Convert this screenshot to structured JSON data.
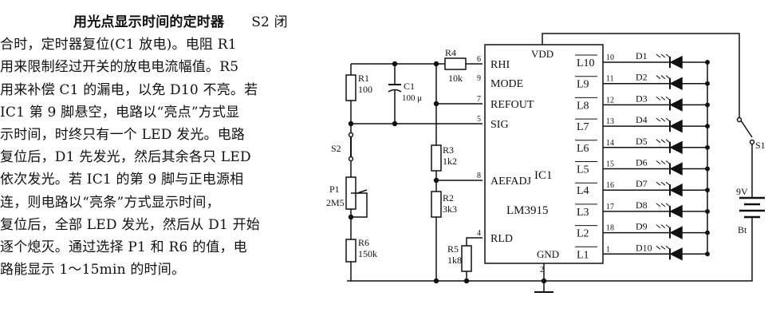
{
  "article": {
    "title": "用光点显示时间的定时器",
    "lines": [
      "S2 闭",
      "合时，定时器复位(C1 放电)。电阻 R1",
      "用来限制经过开关的放电电流幅值。R5",
      "用来补偿 C1 的漏电，以免 D10 不亮。若",
      "IC1 第 9 脚悬空，电路以“亮点”方式显",
      "示时间，时终只有一个 LED 发光。电路",
      "复位后，D1 先发光，然后其余各只 LED",
      "依次发光。若 IC1 的第 9 脚与正电源相",
      "连，则电路以“亮条”方式显示时间，",
      "复位后，全部 LED 发光，然后从 D1 开始",
      "逐个熄灭。通过选择 P1 和 R6 的值，电",
      "路能显示 1～15min 的时间。"
    ]
  },
  "schematic": {
    "ic": {
      "ref": "IC1",
      "part": "LM3915"
    },
    "pins_left": [
      {
        "name": "RHI",
        "num": "6"
      },
      {
        "name": "MODE",
        "num": "9"
      },
      {
        "name": "REFOUT",
        "num": "7"
      },
      {
        "name": "SIG",
        "num": "5"
      },
      {
        "name": "AEFADJ",
        "num": "8"
      },
      {
        "name": "RLD",
        "num": "4"
      }
    ],
    "pins_right": [
      {
        "name": "L10",
        "num": "10",
        "led": "D1"
      },
      {
        "name": "L9",
        "num": "11",
        "led": "D2"
      },
      {
        "name": "L8",
        "num": "12",
        "led": "D3"
      },
      {
        "name": "L7",
        "num": "13",
        "led": "D4"
      },
      {
        "name": "L6",
        "num": "14",
        "led": "D5"
      },
      {
        "name": "L5",
        "num": "15",
        "led": "D6"
      },
      {
        "name": "L4",
        "num": "16",
        "led": "D7"
      },
      {
        "name": "L3",
        "num": "17",
        "led": "D8"
      },
      {
        "name": "L2",
        "num": "18",
        "led": "D9"
      },
      {
        "name": "L1",
        "num": "1",
        "led": "D10"
      }
    ],
    "vdd": {
      "name": "VDD"
    },
    "gnd": {
      "name": "GND",
      "num": "2"
    },
    "components": {
      "r1": {
        "ref": "R1",
        "value": "100"
      },
      "c1": {
        "ref": "C1",
        "value": "100 μ"
      },
      "r4": {
        "ref": "R4",
        "value": "10k"
      },
      "r3": {
        "ref": "R3",
        "value": "1k2"
      },
      "r2": {
        "ref": "R2",
        "value": "3k3"
      },
      "r5": {
        "ref": "R5",
        "value": "1k8"
      },
      "p1": {
        "ref": "P1",
        "value": "2M5"
      },
      "r6": {
        "ref": "R6",
        "value": "150k"
      },
      "s2": {
        "ref": "S2"
      },
      "s1": {
        "ref": "S1"
      },
      "bt": {
        "ref": "Bt",
        "value": "9V"
      }
    }
  }
}
